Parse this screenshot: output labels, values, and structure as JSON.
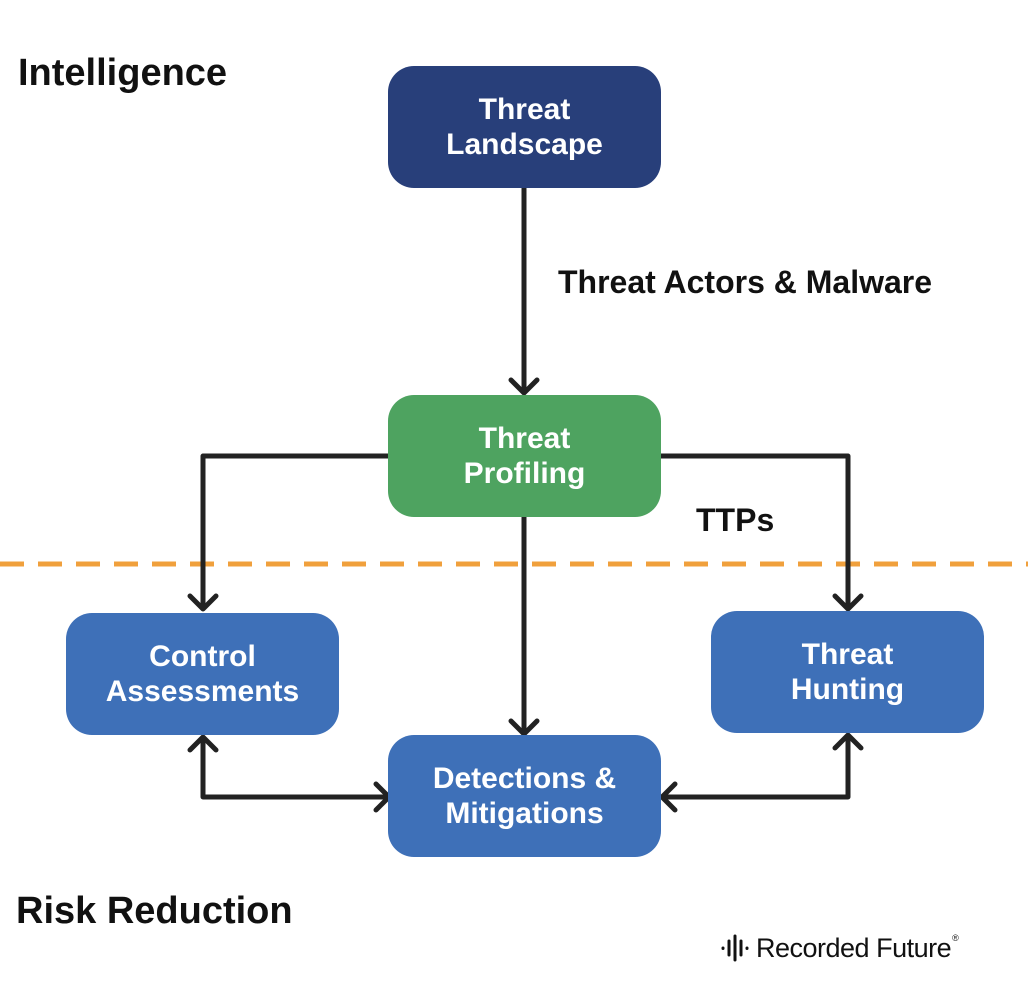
{
  "labels": {
    "intelligence": "Intelligence",
    "risk_reduction": "Risk Reduction",
    "threat_actors_malware": "Threat Actors & Malware",
    "ttps": "TTPs"
  },
  "nodes": {
    "threat_landscape": {
      "line1": "Threat",
      "line2": "Landscape"
    },
    "threat_profiling": {
      "line1": "Threat",
      "line2": "Profiling"
    },
    "control_assessments": {
      "line1": "Control",
      "line2": "Assessments"
    },
    "threat_hunting": {
      "line1": "Threat",
      "line2": "Hunting"
    },
    "detections_mitigations": {
      "line1": "Detections &",
      "line2": "Mitigations"
    }
  },
  "logo": {
    "brand": "Recorded Future",
    "registered": "®"
  },
  "colors": {
    "dark_blue": "#283f7a",
    "green": "#4ea360",
    "blue": "#3e70b8",
    "divider": "#f0a03c",
    "arrow": "#222222"
  }
}
